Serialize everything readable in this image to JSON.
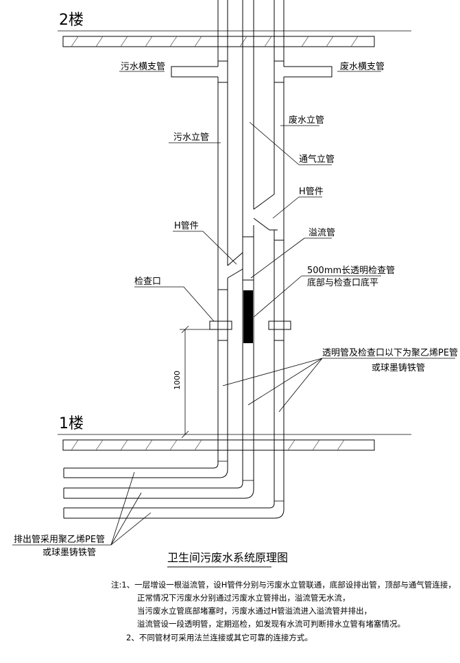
{
  "floors": {
    "upper": "2楼",
    "lower": "1楼"
  },
  "labels": {
    "sewage_branch": "污水横支管",
    "waste_branch": "废水横支管",
    "waste_riser": "废水立管",
    "sewage_riser": "污水立管",
    "vent_pipe": "通气立管",
    "h_fitting_upper": "H管件",
    "h_fitting_lower": "H管件",
    "overflow_pipe": "溢流管",
    "inspection_pipe_1": "500mm长透明检查管",
    "inspection_pipe_2": "底部与检查口底平",
    "cleanout": "检查口",
    "material_1": "透明管及检查口以下为聚乙烯PE管",
    "material_2": "或球墨铸铁管",
    "dimension": "1000",
    "drain_1": "排出管采用聚乙烯PE管",
    "drain_2": "或球墨铸铁管"
  },
  "title": "卫生间污废水系统原理图",
  "notes": [
    "注:1、一层增设一根溢流管，设H管件分别与污废水立管联通，底部设排出管，顶部与通气管连接，",
    "正常情况下污废水分别通过污废水立管排出，溢流管无水流，",
    "当污废水立管底部堵塞时，污废水通过H管溢流进入溢流管并排出，",
    "溢流管设一段透明管，定期巡检，如发现有水流可判断排水立管有堵塞情况。",
    "2、不同管材可采用法兰连接或其它可靠的连接方式。"
  ]
}
